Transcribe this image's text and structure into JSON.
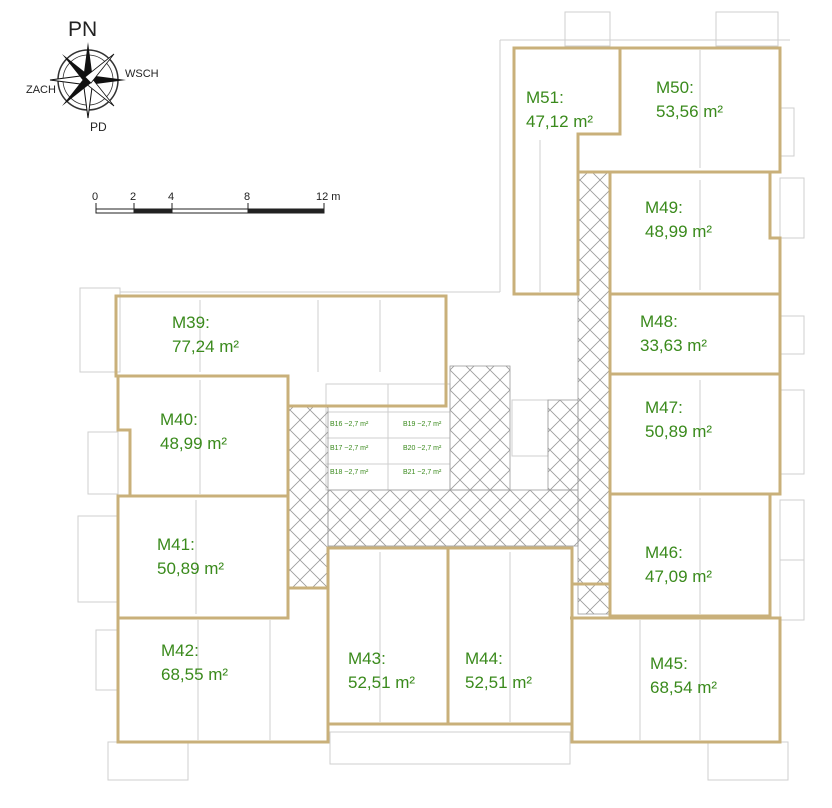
{
  "compass": {
    "north": "PN",
    "south": "PD",
    "west": "ZACH",
    "east": "WSCH"
  },
  "scale_bar": {
    "ticks": [
      "0",
      "2",
      "4",
      "8",
      "12 m"
    ]
  },
  "units": [
    {
      "id": "M51",
      "name": "M51:",
      "area": "47,12 m²"
    },
    {
      "id": "M50",
      "name": "M50:",
      "area": "53,56 m²"
    },
    {
      "id": "M49",
      "name": "M49:",
      "area": "48,99 m²"
    },
    {
      "id": "M48",
      "name": "M48:",
      "area": "33,63 m²"
    },
    {
      "id": "M47",
      "name": "M47:",
      "area": "50,89 m²"
    },
    {
      "id": "M46",
      "name": "M46:",
      "area": "47,09 m²"
    },
    {
      "id": "M45",
      "name": "M45:",
      "area": "68,54 m²"
    },
    {
      "id": "M44",
      "name": "M44:",
      "area": "52,51 m²"
    },
    {
      "id": "M43",
      "name": "M43:",
      "area": "52,51 m²"
    },
    {
      "id": "M42",
      "name": "M42:",
      "area": "68,55 m²"
    },
    {
      "id": "M41",
      "name": "M41:",
      "area": "50,89 m²"
    },
    {
      "id": "M40",
      "name": "M40:",
      "area": "48,99 m²"
    },
    {
      "id": "M39",
      "name": "M39:",
      "area": "77,24 m²"
    }
  ],
  "storage": [
    {
      "id": "B16",
      "label": "B16 ~2,7 m²"
    },
    {
      "id": "B17",
      "label": "B17 ~2,7 m²"
    },
    {
      "id": "B18",
      "label": "B18 ~2,7 m²"
    },
    {
      "id": "B19",
      "label": "B19 ~2,7 m²"
    },
    {
      "id": "B20",
      "label": "B20 ~2,7 m²"
    },
    {
      "id": "B21",
      "label": "B21 ~2,7 m²"
    }
  ],
  "colors": {
    "label_green": "#3a8a1c",
    "apartment_outline": "#c9b07a",
    "wall_gray": "#cfcfcf"
  }
}
